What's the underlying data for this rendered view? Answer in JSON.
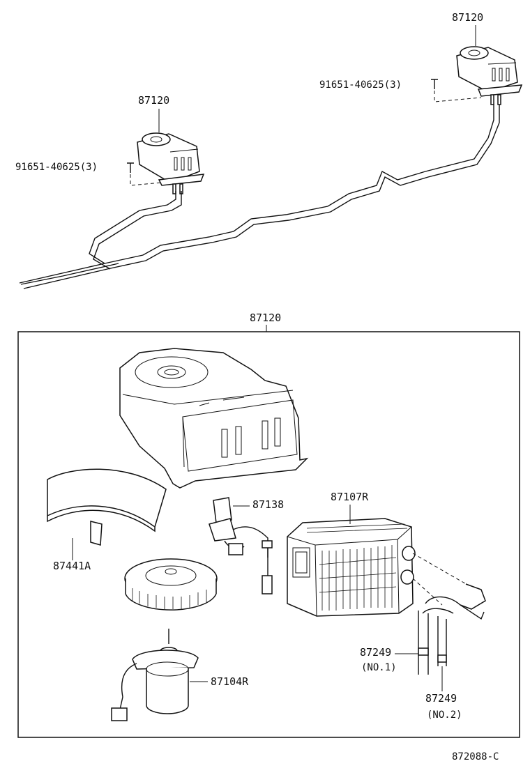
{
  "labels": {
    "unit_top_right": "87120",
    "screw_top_right": "91651-40625(3)",
    "unit_top_left": "87120",
    "screw_top_left": "91651-40625(3)",
    "assembly": "87120",
    "resistor": "87138",
    "core": "87107R",
    "band": "87441A",
    "hose_1": "87249",
    "hose_1_note": "(NO.1)",
    "hose_2": "87249",
    "hose_2_note": "(NO.2)",
    "motor": "87104R",
    "figure_code": "872088-C"
  }
}
